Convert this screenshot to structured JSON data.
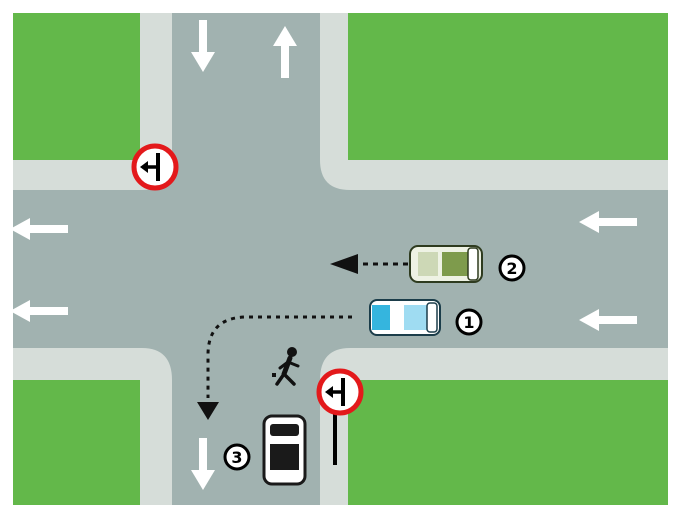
{
  "colors": {
    "grass": "#63b84a",
    "sidewalk": "#d6ddd9",
    "road": "#a1b2b0",
    "arrow": "#ffffff",
    "sign_ring": "#e3191b",
    "path": "#111111",
    "car1_body": "#9fdcf2",
    "car1_accent": "#35b5de",
    "car2_body": "#eef2e4",
    "car2_accent": "#7e9b4c",
    "car3_body": "#ffffff",
    "car3_glass": "#1a1a1a"
  },
  "lane_arrows": {
    "north_road": [
      "down",
      "up"
    ],
    "west_road": [
      "left",
      "left"
    ],
    "east_road": [
      "left",
      "left"
    ],
    "south_road": [
      "down"
    ]
  },
  "signs": [
    {
      "id": "sign-northwest",
      "symbol": "no-left-turn-icon"
    },
    {
      "id": "sign-southeast",
      "symbol": "no-left-turn-icon"
    }
  ],
  "vehicles": [
    {
      "id": "car-1",
      "number": "1",
      "heading": "left",
      "maneuver": "left-turn-to-south"
    },
    {
      "id": "car-2",
      "number": "2",
      "heading": "left",
      "maneuver": "straight"
    },
    {
      "id": "car-3",
      "number": "3",
      "heading": "up",
      "maneuver": "waiting"
    }
  ],
  "pedestrian": {
    "icon": "pedestrian-icon",
    "activity": "crossing"
  }
}
